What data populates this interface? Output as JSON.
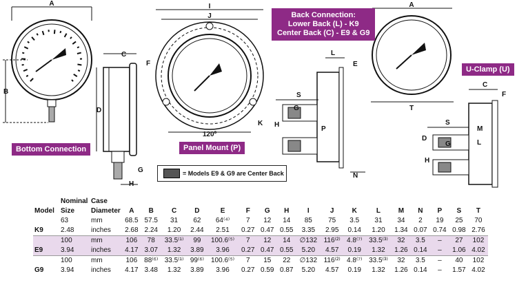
{
  "labels": {
    "bottom_connection": "Bottom Connection",
    "panel_mount": "Panel Mount (P)",
    "back_connection_line1": "Back Connection:",
    "back_connection_line2": "Lower Back (L) - K9",
    "back_connection_line3": "Center Back (C) - E9 & G9",
    "u_clamp": "U-Clamp (U)",
    "legend": "= Models E9 & G9 are Center Back"
  },
  "dims": {
    "A": "A",
    "B": "B",
    "C": "C",
    "D": "D",
    "E": "E",
    "F": "F",
    "G": "G",
    "H": "H",
    "I": "I",
    "J": "J",
    "K": "K",
    "L": "L",
    "M": "M",
    "N": "N",
    "P": "P",
    "S": "S",
    "T": "T",
    "angle": "120º"
  },
  "table": {
    "header_line1": [
      "",
      "Nominal",
      "Case",
      ""
    ],
    "header_model": "Model",
    "header_size": "Size",
    "header_case": "Diameter",
    "columns": [
      "A",
      "B",
      "C",
      "D",
      "E",
      "F",
      "G",
      "H",
      "I",
      "J",
      "K",
      "L",
      "M",
      "N",
      "P",
      "S",
      "T"
    ],
    "rows": [
      {
        "model": "",
        "size": "63",
        "unit": "mm",
        "shade": false,
        "values": [
          "68.5",
          "57.5",
          "31",
          "62",
          "64⁽⁴⁾",
          "7",
          "12",
          "14",
          "85",
          "75",
          "3.5",
          "31",
          "34",
          "2",
          "19",
          "25",
          "70"
        ]
      },
      {
        "model": "K9",
        "size": "2.48",
        "unit": "inches",
        "shade": false,
        "values": [
          "2.68",
          "2.24",
          "1.20",
          "2.44",
          "2.51",
          "0.27",
          "0.47",
          "0.55",
          "3.35",
          "2.95",
          "0.14",
          "1.20",
          "1.34",
          "0.07",
          "0.74",
          "0.98",
          "2.76"
        ]
      },
      {
        "model": "",
        "size": "100",
        "unit": "mm",
        "shade": true,
        "values": [
          "106",
          "78",
          "33.5⁽¹⁾",
          "99",
          "100.6⁽⁵⁾",
          "7",
          "12",
          "14",
          "∅132",
          "116⁽²⁾",
          "4.8⁽⁷⁾",
          "33.5⁽³⁾",
          "32",
          "3.5",
          "–",
          "27",
          "102"
        ]
      },
      {
        "model": "E9",
        "size": "3.94",
        "unit": "inches",
        "shade": true,
        "values": [
          "4.17",
          "3.07",
          "1.32",
          "3.89",
          "3.96",
          "0.27",
          "0.47",
          "0.55",
          "5.20",
          "4.57",
          "0.19",
          "1.32",
          "1.26",
          "0.14",
          "–",
          "1.06",
          "4.02"
        ]
      },
      {
        "model": "",
        "size": "100",
        "unit": "mm",
        "shade": false,
        "values": [
          "106",
          "88⁽⁶⁾",
          "33.5⁽¹⁾",
          "99⁽⁶⁾",
          "100.6⁽⁵⁾",
          "7",
          "15",
          "22",
          "∅132",
          "116⁽²⁾",
          "4.8⁽⁷⁾",
          "33.5⁽³⁾",
          "32",
          "3.5",
          "–",
          "40",
          "102"
        ]
      },
      {
        "model": "G9",
        "size": "3.94",
        "unit": "inches",
        "shade": false,
        "values": [
          "4.17",
          "3.48",
          "1.32",
          "3.89",
          "3.96",
          "0.27",
          "0.59",
          "0.87",
          "5.20",
          "4.57",
          "0.19",
          "1.32",
          "1.26",
          "0.14",
          "–",
          "1.57",
          "4.02"
        ]
      }
    ]
  }
}
